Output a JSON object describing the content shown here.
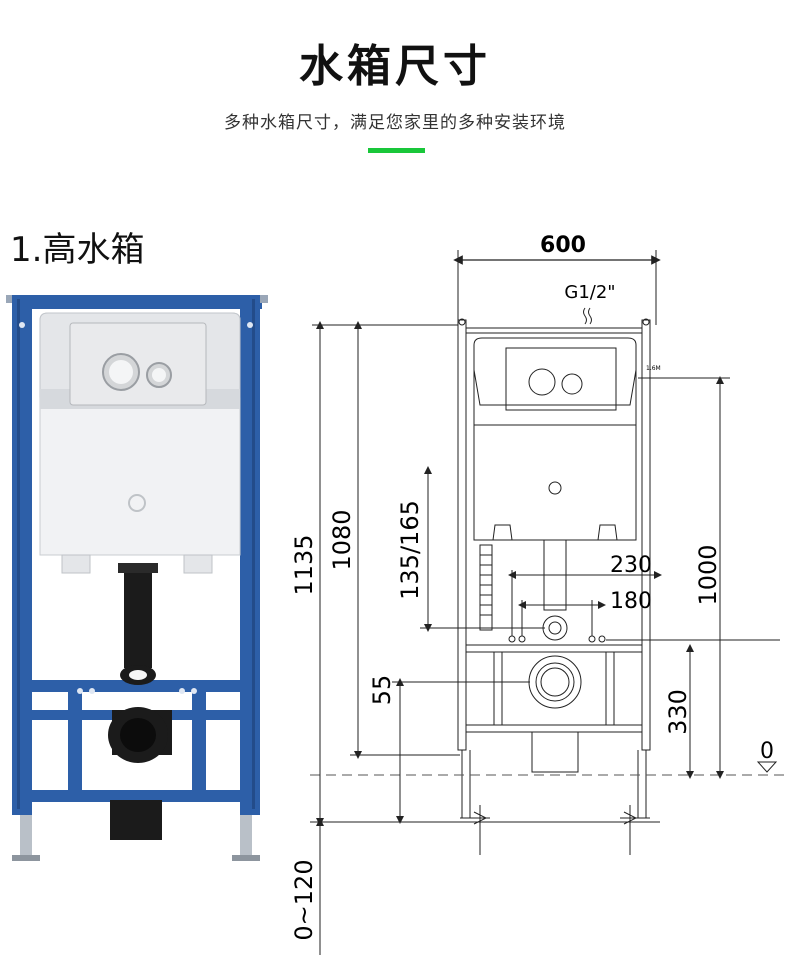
{
  "header": {
    "title": "水箱尺寸",
    "subtitle": "多种水箱尺寸，满足您家里的多种安装环境",
    "accent_color": "#19c73a"
  },
  "section": {
    "title": "1.高水箱"
  },
  "drawing": {
    "width_label": "600",
    "inlet_label": "G1/2\"",
    "dim_1135": "1135",
    "dim_1080": "1080",
    "dim_135_165": "135/165",
    "dim_230": "230",
    "dim_180": "180",
    "dim_1000": "1000",
    "dim_55": "55",
    "dim_330": "330",
    "dim_0": "0",
    "dim_0_120": "0~120",
    "small_tag": "1.6M"
  },
  "colors": {
    "frame_blue": "#2d5fa8",
    "tank_white": "#f2f3f4",
    "pipe_black": "#1b1b1b",
    "line": "#222222"
  }
}
